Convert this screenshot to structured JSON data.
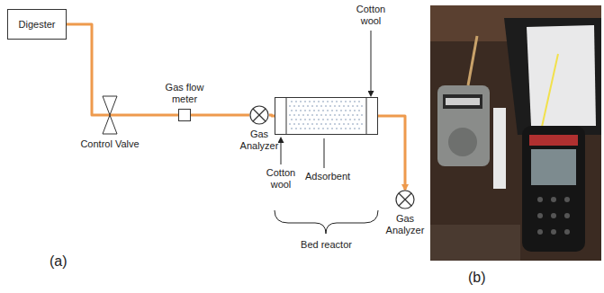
{
  "diagram": {
    "nodes": [
      {
        "text": [
          "Digester"
        ]
      },
      {
        "text": [
          "Control Valve"
        ]
      },
      {
        "text": [
          "Gas flow meter"
        ]
      },
      {
        "text": [
          "Gas Analyzer"
        ]
      },
      {
        "text": [
          "Bed reactor"
        ]
      },
      {
        "text": [
          "Gas Analyzer"
        ]
      }
    ],
    "edges": [
      {
        "from": 0,
        "to": 1,
        "arrow": "none"
      },
      {
        "from": 1,
        "to": 2,
        "arrow": "none"
      },
      {
        "from": 2,
        "to": 3,
        "arrow": "none"
      },
      {
        "from": 3,
        "to": 4,
        "arrow": "none"
      },
      {
        "from": 4,
        "to": 5,
        "arrow": "to"
      }
    ],
    "labels": [
      "Cotton wool",
      "Cotton wool",
      "Adsorbent",
      "(a)",
      "(b)"
    ]
  }
}
